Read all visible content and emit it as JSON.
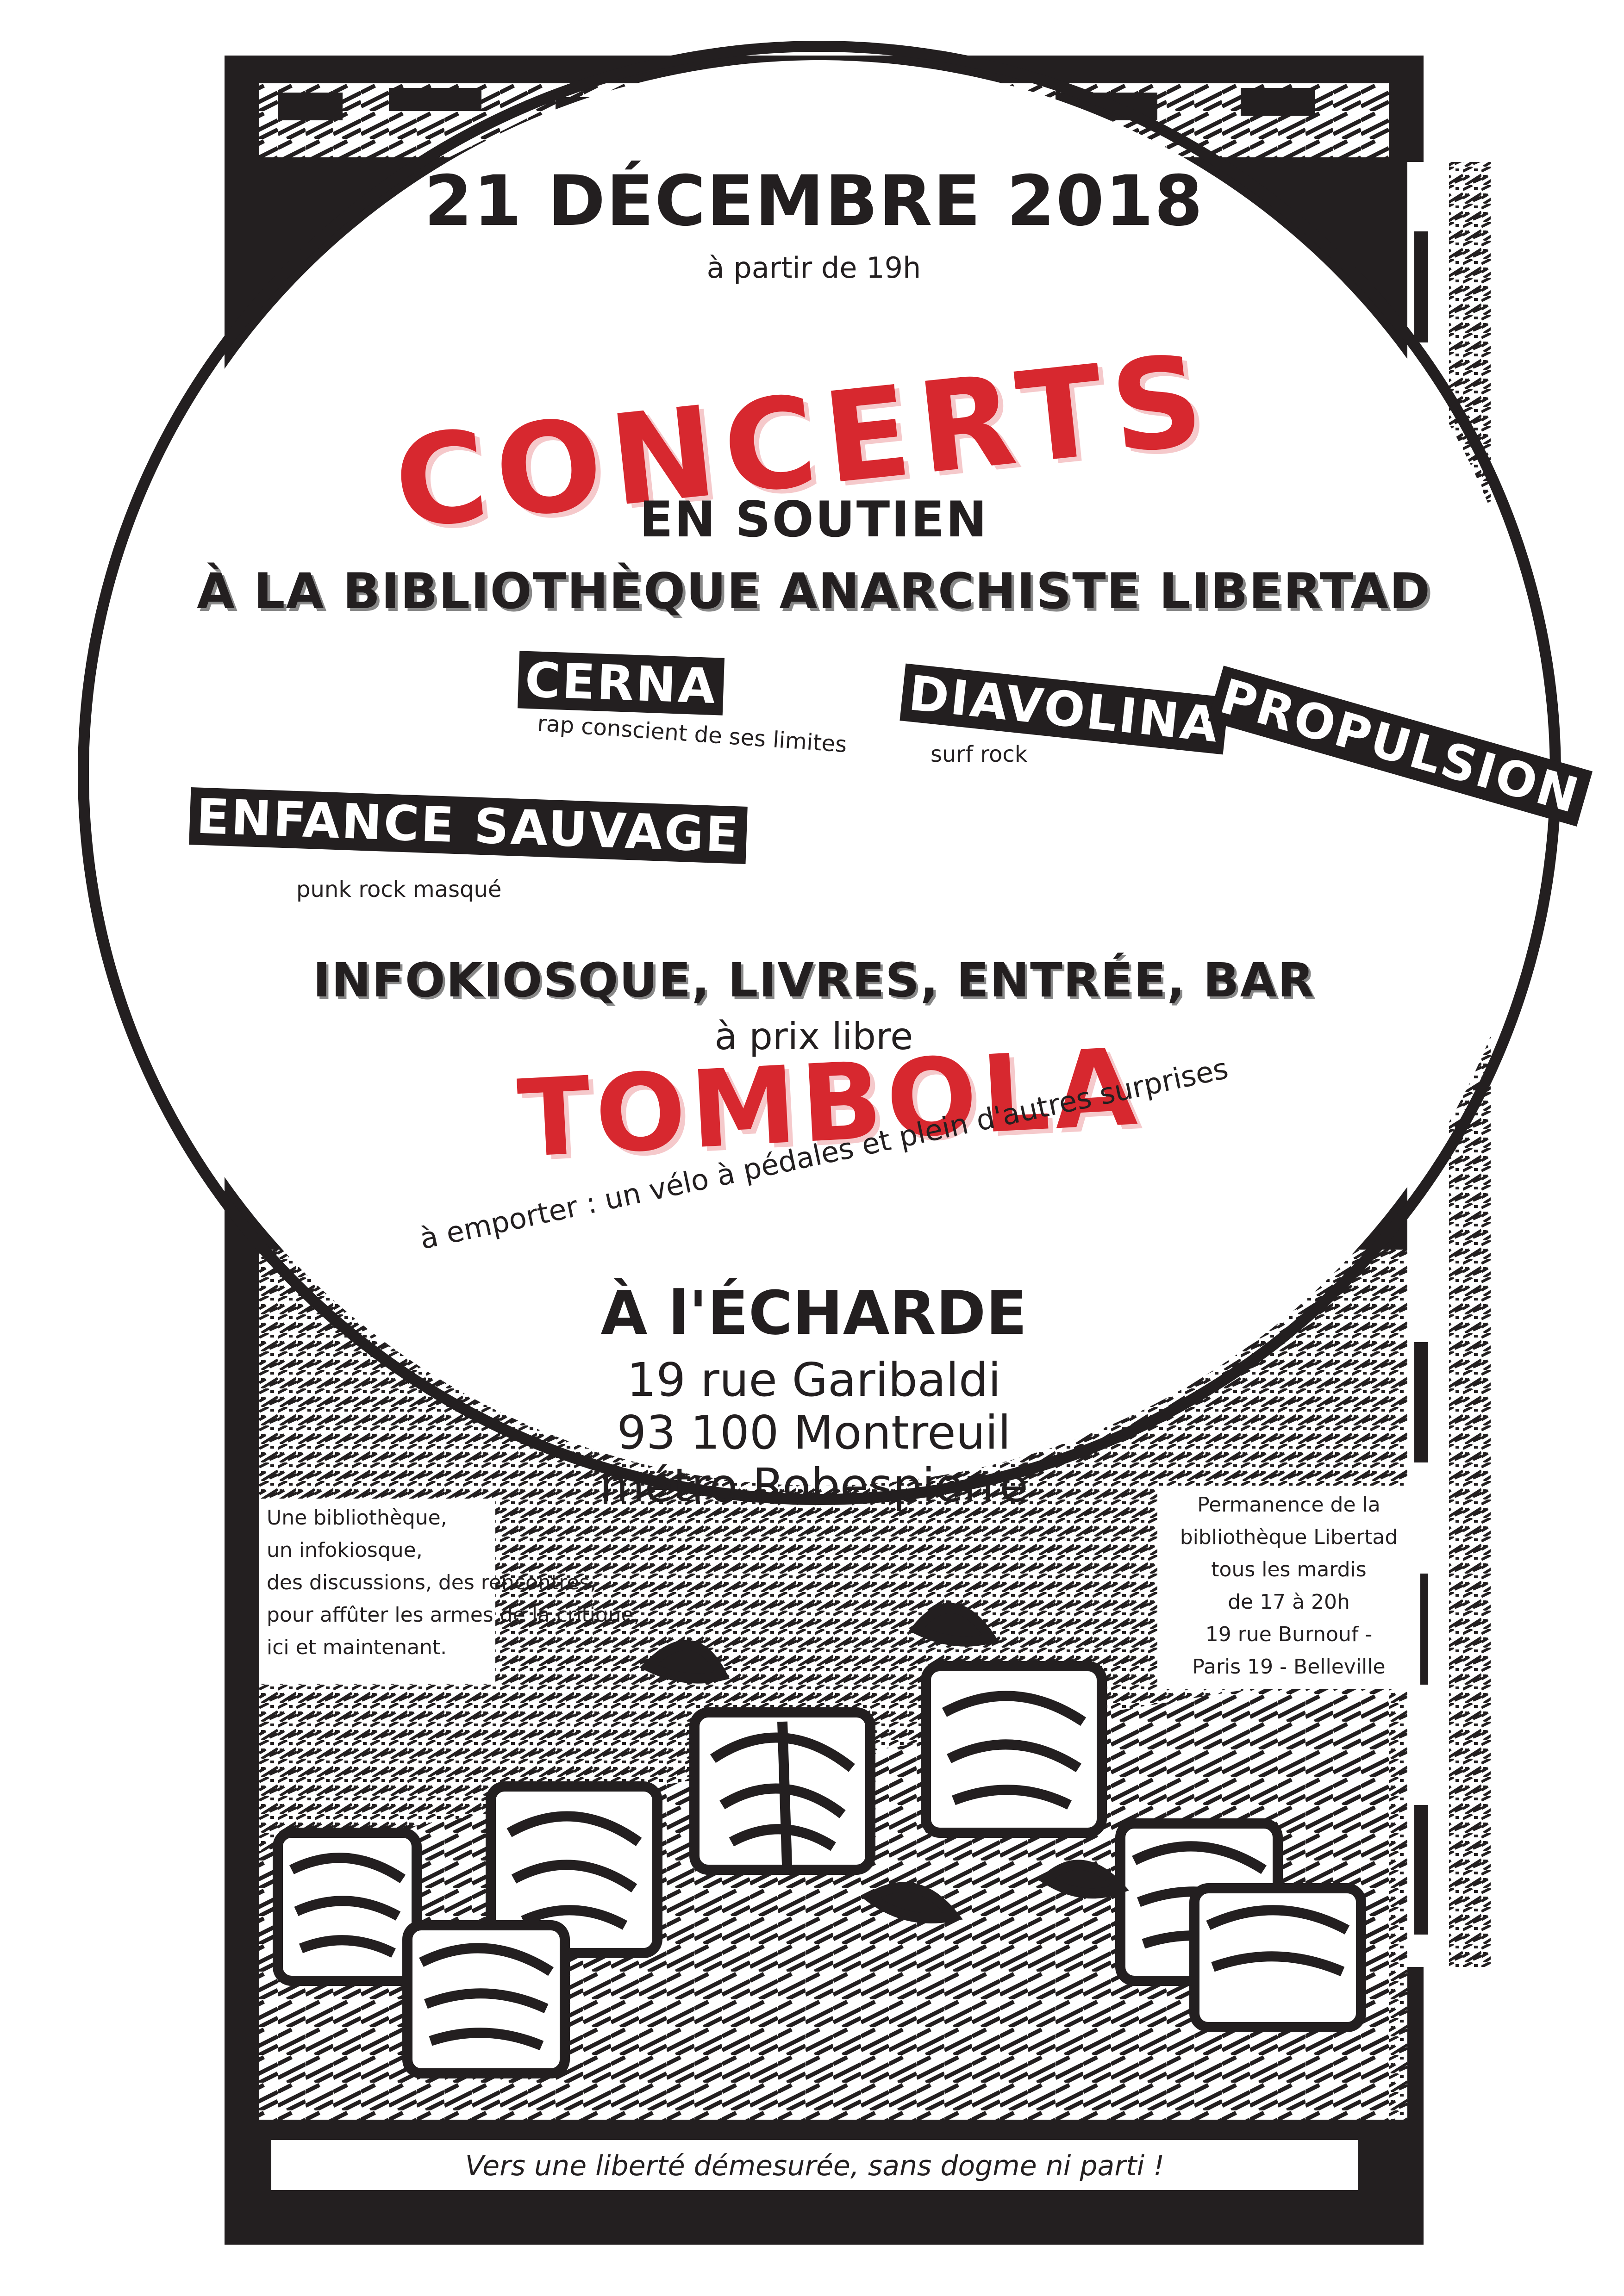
{
  "date": "21 DÉCEMBRE 2018",
  "start_time": "à partir de 19h",
  "headline": "CONCERTS",
  "subheadline_1": "EN SOUTIEN",
  "subheadline_2": "À LA BIBLIOTHÈQUE ANARCHISTE LIBERTAD",
  "bands": [
    {
      "name": "CERNA",
      "description": "rap conscient de ses limites"
    },
    {
      "name_part1": "DIAVOLINA",
      "name_part2": "PROPULSION",
      "description": "surf rock"
    },
    {
      "name": "ENFANCE SAUVAGE",
      "description": "punk rock masqué"
    }
  ],
  "offer": "INFOKIOSQUE, LIVRES, ENTRÉE, BAR",
  "offer_price": "à prix libre",
  "raffle": "TOMBOLA",
  "raffle_detail": "à emporter : un vélo à pédales et plein d'autres surprises",
  "venue": {
    "name": "À l'ÉCHARDE",
    "street": "19 rue Garibaldi",
    "city": "93 100 Montreuil",
    "metro": "métro Robespierre"
  },
  "left_note": [
    "Une bibliothèque,",
    "un infokiosque,",
    "des discussions, des rencontres,",
    "pour affûter les armes de la critique,",
    "ici et maintenant."
  ],
  "right_note": [
    "Permanence de la",
    "bibliothèque Libertad",
    "tous les mardis",
    "de 17 à 20h",
    "19 rue Burnouf -",
    "Paris 19 - Belleville"
  ],
  "footer": "Vers une liberté démesurée, sans dogme ni parti !",
  "colors": {
    "ink": "#231f20",
    "accent_red": "#d7282f",
    "paper": "#ffffff"
  }
}
